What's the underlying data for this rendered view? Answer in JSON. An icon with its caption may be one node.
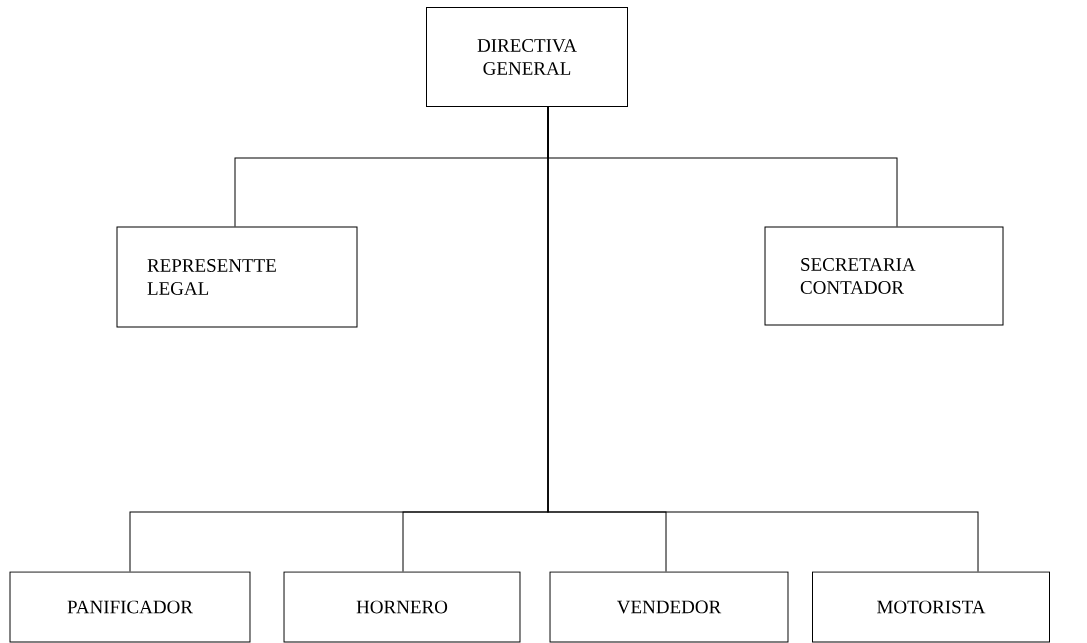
{
  "diagram": {
    "nodes": [
      {
        "text": [
          "DIRECTIVA GENERAL"
        ]
      },
      {
        "text": [
          "REPRESENTTE LEGAL"
        ]
      },
      {
        "text": [
          "SECRETARIA CONTADOR"
        ]
      },
      {
        "text": [
          "PANIFICADOR"
        ]
      },
      {
        "text": [
          "HORNERO"
        ]
      },
      {
        "text": [
          "VENDEDOR"
        ]
      },
      {
        "text": [
          "MOTORISTA"
        ]
      }
    ],
    "edges": [
      {
        "from": 0,
        "to": 1,
        "arrow": "none"
      },
      {
        "from": 0,
        "to": 2,
        "arrow": "none"
      },
      {
        "from": 0,
        "to": 3,
        "arrow": "none"
      },
      {
        "from": 0,
        "to": 4,
        "arrow": "none"
      },
      {
        "from": 0,
        "to": 5,
        "arrow": "none"
      },
      {
        "from": 0,
        "to": 6,
        "arrow": "none"
      }
    ]
  }
}
